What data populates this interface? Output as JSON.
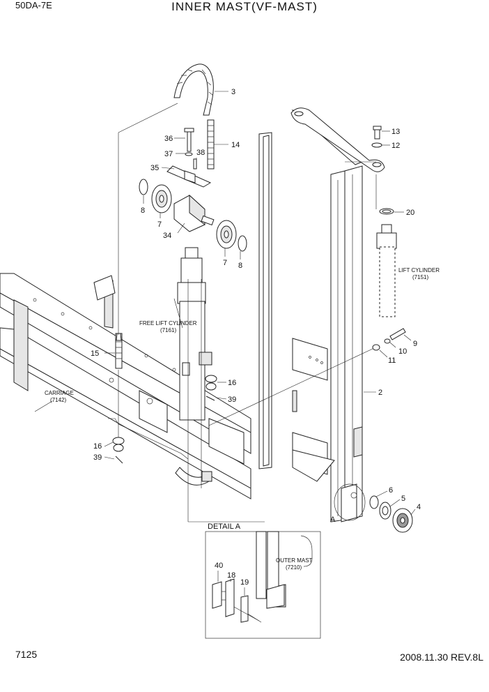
{
  "header": {
    "model": "50DA-7E",
    "title": "INNER  MAST(VF-MAST)"
  },
  "footer": {
    "page_number": "7125",
    "revision": "2008.11.30  REV.8L"
  },
  "callouts": {
    "c3": "3",
    "c13": "13",
    "c12": "12",
    "c36": "36",
    "c14": "14",
    "c37": "37",
    "c38": "38",
    "c35": "35",
    "c8a": "8",
    "c7a": "7",
    "c34": "34",
    "c7b": "7",
    "c8b": "8",
    "c20": "20",
    "c9": "9",
    "c10": "10",
    "c11": "11",
    "c15": "15",
    "c16a": "16",
    "c39a": "39",
    "c2": "2",
    "c16b": "16",
    "c39b": "39",
    "c6": "6",
    "c5": "5",
    "c4": "4",
    "cA": "A",
    "c40": "40",
    "c18": "18",
    "c19": "19"
  },
  "labels": {
    "lift_cylinder": "LIFT CYLINDER",
    "lift_cylinder_ref": "(7151)",
    "free_lift_cylinder": "FREE LIFT CYLINDER",
    "free_lift_cylinder_ref": "(7161)",
    "carriage": "CARRIAGE",
    "carriage_ref": "(7142)",
    "detail_a": "DETAIL A",
    "outer_mast": "OUTER MAST",
    "outer_mast_ref": "(7210)"
  }
}
